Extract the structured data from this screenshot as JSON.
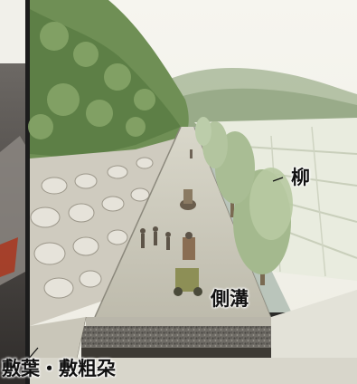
{
  "labels": {
    "willow": "柳",
    "side_ditch": "側溝",
    "bedding": "敷葉・敷粗朶"
  }
}
